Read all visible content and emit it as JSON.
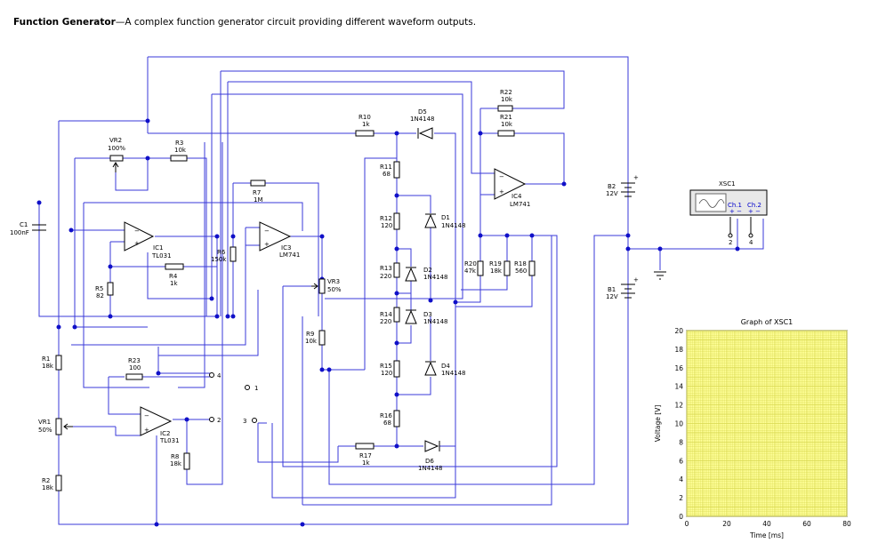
{
  "caption": {
    "title": "Function Generator",
    "dash": "—",
    "text": "A complex function generator circuit providing different waveform outputs."
  },
  "colors": {
    "wire": "#3a3ad8",
    "junction": "#1010c8",
    "grid_bg": "#ffff99",
    "grid_line": "#d8d850"
  },
  "components": {
    "C1": {
      "name": "C1",
      "value": "100nF"
    },
    "VR2": {
      "name": "VR2",
      "value": "100%"
    },
    "R3": {
      "name": "R3",
      "value": "10k"
    },
    "IC1": {
      "name": "IC1",
      "value": "TL031"
    },
    "R4": {
      "name": "R4",
      "value": "1k"
    },
    "R5": {
      "name": "R5",
      "value": "82"
    },
    "R6": {
      "name": "R6",
      "value": "150k"
    },
    "R7": {
      "name": "R7",
      "value": "1M"
    },
    "IC3": {
      "name": "IC3",
      "value": "LM741"
    },
    "VR3": {
      "name": "VR3",
      "value": "50%"
    },
    "R9": {
      "name": "R9",
      "value": "10k"
    },
    "R10": {
      "name": "R10",
      "value": "1k"
    },
    "D5": {
      "name": "D5",
      "value": "1N4148"
    },
    "R11": {
      "name": "R11",
      "value": "68"
    },
    "R12": {
      "name": "R12",
      "value": "120"
    },
    "D1": {
      "name": "D1",
      "value": "1N4148"
    },
    "R13": {
      "name": "R13",
      "value": "220"
    },
    "D2": {
      "name": "D2",
      "value": "1N4148"
    },
    "R14": {
      "name": "R14",
      "value": "220"
    },
    "D3": {
      "name": "D3",
      "value": "1N4148"
    },
    "R15": {
      "name": "R15",
      "value": "120"
    },
    "D4": {
      "name": "D4",
      "value": "1N4148"
    },
    "R16": {
      "name": "R16",
      "value": "68"
    },
    "R17": {
      "name": "R17",
      "value": "1k"
    },
    "D6": {
      "name": "D6",
      "value": "1N4148"
    },
    "R22": {
      "name": "R22",
      "value": "10k"
    },
    "R21": {
      "name": "R21",
      "value": "10k"
    },
    "IC4": {
      "name": "IC4",
      "value": "LM741"
    },
    "R20": {
      "name": "R20",
      "value": "47k"
    },
    "R19": {
      "name": "R19",
      "value": "18k"
    },
    "R18": {
      "name": "R18",
      "value": "560"
    },
    "B2": {
      "name": "B2",
      "value": "12V"
    },
    "B1": {
      "name": "B1",
      "value": "12V"
    },
    "R1": {
      "name": "R1",
      "value": "18k"
    },
    "VR1": {
      "name": "VR1",
      "value": "50%"
    },
    "R2": {
      "name": "R2",
      "value": "18k"
    },
    "R23": {
      "name": "R23",
      "value": "100"
    },
    "IC2": {
      "name": "IC2",
      "value": "TL031"
    },
    "R8": {
      "name": "R8",
      "value": "18k"
    }
  },
  "terminals": {
    "t1": "1",
    "t2": "2",
    "t3": "3",
    "t4": "4"
  },
  "scope": {
    "name": "XSC1",
    "ch1": "Ch.1",
    "ch2": "Ch.2",
    "pin1": "2",
    "pin2": "4"
  },
  "chart_data": {
    "type": "line",
    "title": "Graph of XSC1",
    "xlabel": "Time [ms]",
    "ylabel": "Voltage [V]",
    "xlim": [
      0,
      80
    ],
    "ylim": [
      0,
      20
    ],
    "xticks": [
      "0",
      "20",
      "40",
      "60",
      "80"
    ],
    "yticks": [
      "0",
      "2",
      "4",
      "6",
      "8",
      "10",
      "12",
      "14",
      "16",
      "18",
      "20"
    ],
    "grid": true,
    "series": []
  }
}
